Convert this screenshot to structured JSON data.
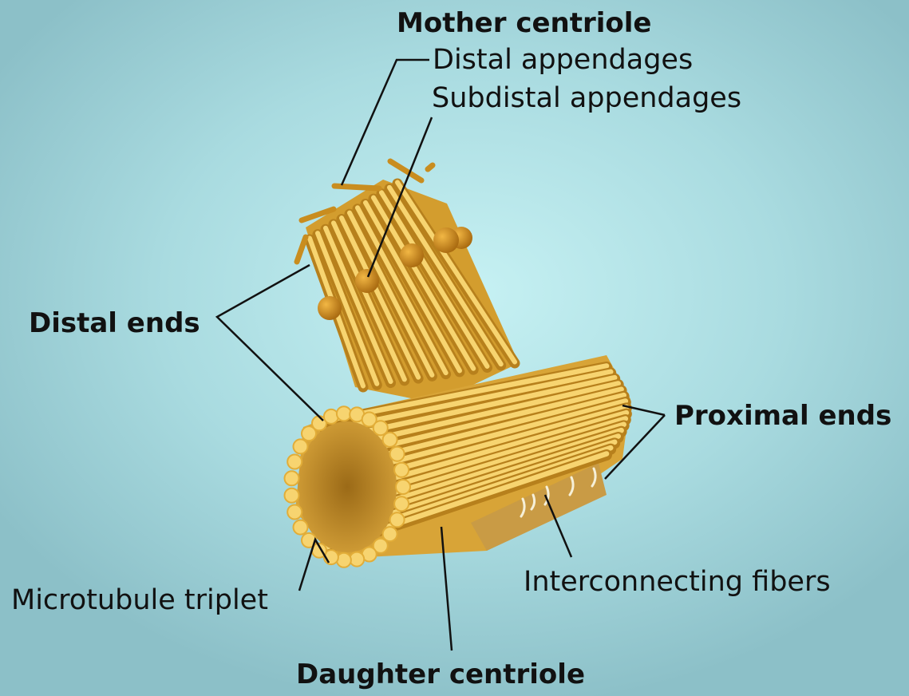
{
  "labels": {
    "mother_centriole": "Mother centriole",
    "distal_appendages": "Distal appendages",
    "subdistal_appendages": "Subdistal appendages",
    "distal_ends": "Distal ends",
    "proximal_ends": "Proximal ends",
    "interconnecting_fibers": "Interconnecting fibers",
    "microtubule_triplet": "Microtubule triplet",
    "daughter_centriole": "Daughter centriole"
  },
  "colors": {
    "background": "#b6e6ea",
    "tubule_light": "#f7d470",
    "tubule_mid": "#e2ad38",
    "tubule_dark": "#b7801c",
    "appendage": "#c98d1f",
    "fiber": "#f6f0d8"
  }
}
